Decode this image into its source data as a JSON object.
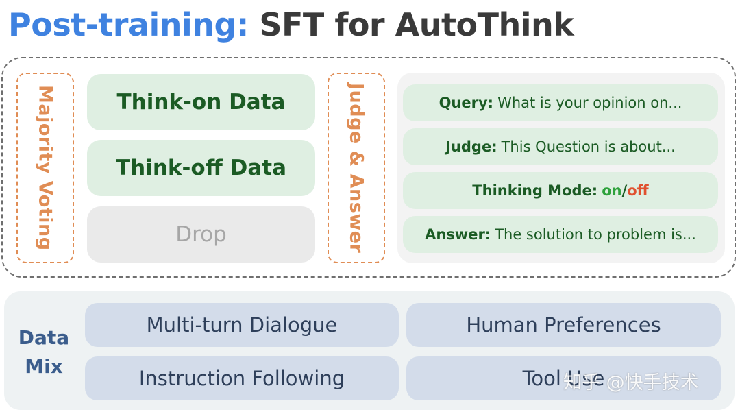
{
  "title": {
    "accent": "Post-training:",
    "main": "SFT for AutoThink"
  },
  "voting": {
    "label": "Majority Voting"
  },
  "data_items": [
    {
      "label": "Think-on Data"
    },
    {
      "label": "Think-off Data"
    },
    {
      "label": "Drop"
    }
  ],
  "judge": {
    "label": "Judge & Answer"
  },
  "qa": {
    "query": {
      "key": "Query:",
      "text": "What is your opinion on..."
    },
    "judge": {
      "key": "Judge:",
      "text": "This Question is about..."
    },
    "mode": {
      "key": "Thinking Mode:",
      "on": "on",
      "slash": "/",
      "off": "off"
    },
    "answer": {
      "key": "Answer:",
      "text": "The solution to problem is..."
    }
  },
  "mix": {
    "label_line1": "Data",
    "label_line2": "Mix",
    "items": [
      {
        "label": "Multi-turn Dialogue"
      },
      {
        "label": "Human Preferences"
      },
      {
        "label": "Instruction Following"
      },
      {
        "label": "Tool Use"
      }
    ]
  },
  "watermark": "知乎 @快手技术",
  "colors": {
    "accent_blue": "#3f82e0",
    "title_dark": "#3a3a3a",
    "orange": "#e08d55",
    "green_fill": "#dfefe2",
    "green_text": "#1b5b24",
    "on_green": "#2ea23c",
    "off_red": "#e0512f",
    "mix_fill": "#d3dcea",
    "mix_text": "#2e3f5a"
  }
}
